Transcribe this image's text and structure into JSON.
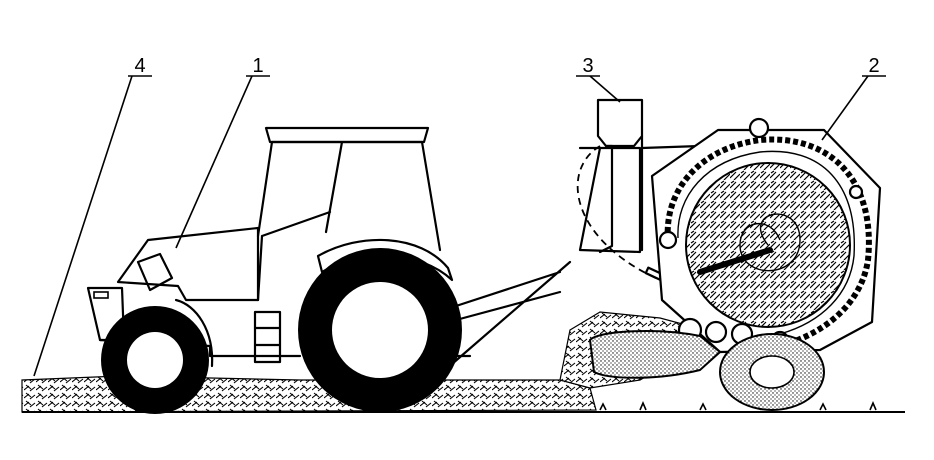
{
  "callouts": [
    {
      "id": "1",
      "label": "1"
    },
    {
      "id": "2",
      "label": "2"
    },
    {
      "id": "3",
      "label": "3"
    },
    {
      "id": "4",
      "label": "4"
    }
  ],
  "colors": {
    "ink": "#000000",
    "background": "#ffffff",
    "dotted_fill": "#bdbdbd",
    "hay_fill": "#9a9a9a"
  }
}
